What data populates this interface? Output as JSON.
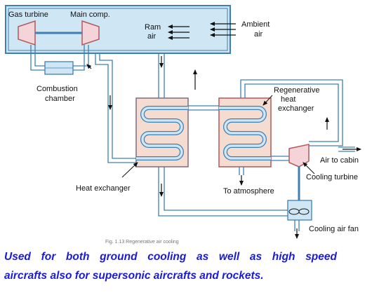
{
  "diagram": {
    "labels": {
      "gas_turbine": "Gas turbine",
      "main_comp": "Main comp.",
      "ram": "Ram",
      "air": "air",
      "ambient": "Ambient",
      "ambient_air": "air",
      "combustion": "Combustion",
      "chamber": "chamber",
      "regenerative": "Regenerative",
      "heat": "heat",
      "exchanger": "exchanger",
      "air_to_cabin": "Air to cabin",
      "cooling_turbine": "Cooling turbine",
      "heat_exchanger": "Heat exchanger",
      "to_atmosphere": "To atmosphere",
      "cooling_air_fan": "Cooling air fan",
      "figure_caption": "Fig. 1.13  Regenerative air cooling"
    },
    "colors": {
      "pipe_fill": "#cfe6f5",
      "pipe_stroke": "#3f7fb3",
      "hx_fill": "#f4dcd0",
      "hx_stroke": "#b05a5a",
      "turbine_fill": "#f4d4d8",
      "caption_text": "#1a1adc"
    }
  },
  "caption": {
    "line1": "Used for both ground cooling as well as high speed",
    "line2": "aircrafts also for supersonic aircrafts and rockets."
  }
}
